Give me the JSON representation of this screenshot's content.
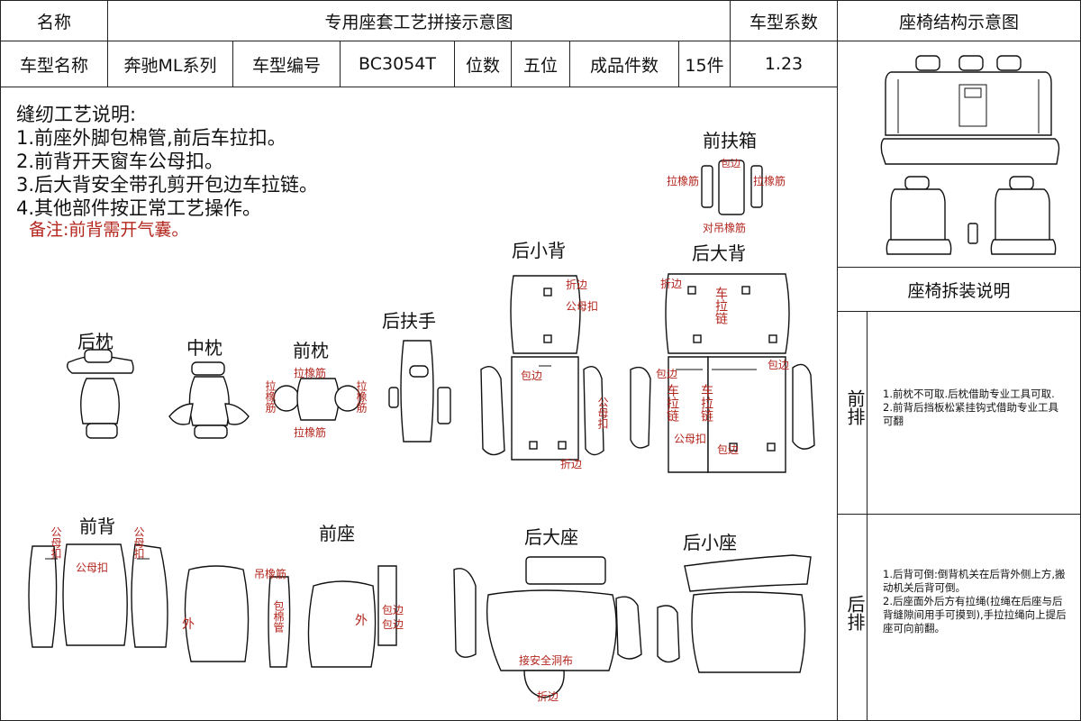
{
  "header": {
    "name_label": "名称",
    "diagram_title": "专用座套工艺拼接示意图",
    "coef_label": "车型系数",
    "structure_title": "座椅结构示意图",
    "car_name_label": "车型名称",
    "car_name_value": "奔驰ML系列",
    "car_code_label": "车型编号",
    "car_code_value": "BC3054T",
    "seats_label": "位数",
    "seats_value": "五位",
    "pieces_label": "成品件数",
    "pieces_value": "15件",
    "coef_value": "1.23"
  },
  "notes": {
    "title": "缝纫工艺说明:",
    "items": [
      "1.前座外脚包棉管,前后车拉扣。",
      "2.前背开天窗车公母扣。",
      "3.后大背安全带孔剪开包边车拉链。",
      "4.其他部件按正常工艺操作。"
    ],
    "remark": "备注:前背需开气囊。"
  },
  "parts": {
    "front_box": "前扶箱",
    "rear_small_back": "后小背",
    "rear_large_back": "后大背",
    "rear_headrest": "后枕",
    "mid_headrest": "中枕",
    "front_headrest": "前枕",
    "rear_armrest": "后扶手",
    "front_back": "前背",
    "front_seat": "前座",
    "rear_large_seat": "后大座",
    "rear_small_seat": "后小座"
  },
  "annotations": {
    "elastic": "拉橡筋",
    "wrap_edge": "包边",
    "fold_edge": "折边",
    "hang_elastic": "对吊橡筋",
    "snap": "公母扣",
    "zipper": "车拉链",
    "wrap": "包",
    "edge": "边",
    "fold": "折",
    "outer": "外",
    "cotton_tube": "包棉管",
    "hang": "吊橡筋",
    "safety_cloth": "接安全洞布",
    "car": "车",
    "pull": "拉",
    "chain": "链",
    "male": "公",
    "female": "母",
    "buckle": "扣"
  },
  "disassembly": {
    "title": "座椅拆装说明",
    "front_label": "前排",
    "front_text": "1.前枕不可取.后枕借助专业工具可取.\n2.前背后挡板松紧挂钩式借助专业工具可翻",
    "rear_label": "后排",
    "rear_text": "1.后背可倒:倒背机关在后背外侧上方,搬动机关后背可倒。\n2.后座面外后方有拉绳(拉绳在后座与后背缝隙间用手可摸到),手拉拉绳向上提后座可向前翻。"
  },
  "colors": {
    "annotation": "#b3261e",
    "line": "#111111"
  }
}
